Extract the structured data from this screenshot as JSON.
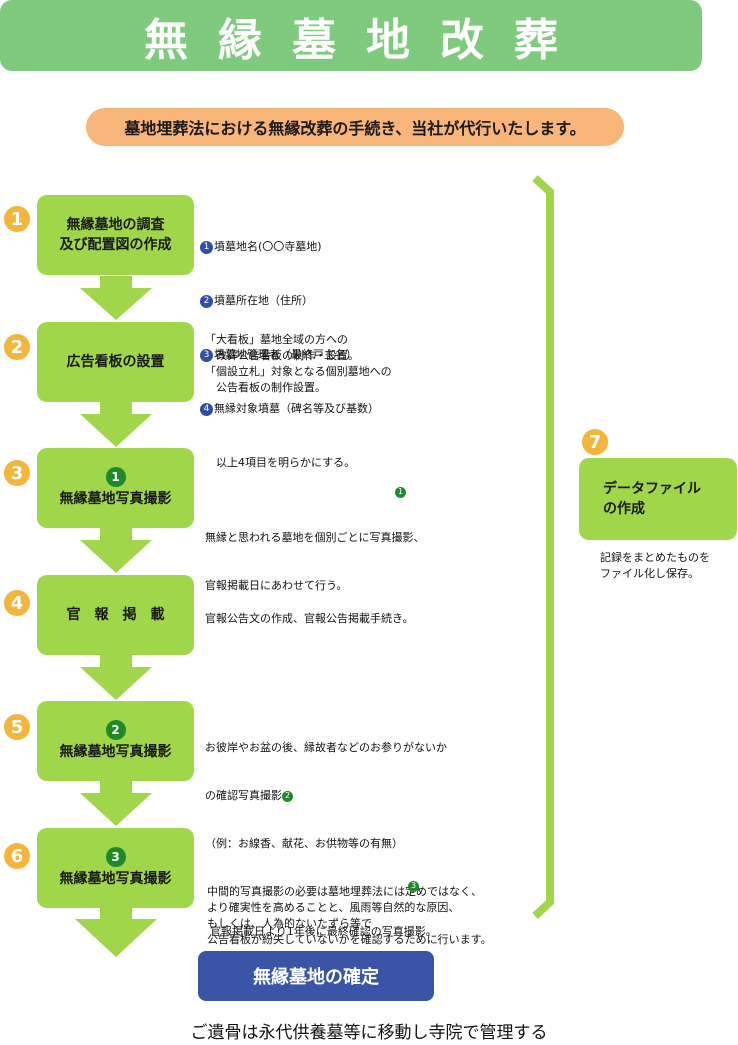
{
  "title": "無縁墓地改葬",
  "subtitle": "墓地埋葬法における無縁改葬の手続き、当社が代行いたします。",
  "steps": [
    {
      "num": "1",
      "line1": "無縁墓地の調査",
      "line2": "及び配置図の作成"
    },
    {
      "num": "2",
      "line1": "広告看板の設置"
    },
    {
      "num": "3",
      "photo": "1",
      "line1": "無縁墓地写真撮影"
    },
    {
      "num": "4",
      "line1": "官　報　掲　載"
    },
    {
      "num": "5",
      "photo": "2",
      "line1": "無縁墓地写真撮影"
    },
    {
      "num": "6",
      "photo": "3",
      "line1": "無縁墓地写真撮影"
    }
  ],
  "step1_items": [
    {
      "num": "1",
      "text": "墳墓地名(〇〇寺墓地)"
    },
    {
      "num": "2",
      "text": "墳墓所在地（住所）"
    },
    {
      "num": "3",
      "text": "墳墓地管理者（最終戸主名）"
    },
    {
      "num": "4",
      "text": "無縁対象墳墓（碑名等及び基数）"
    }
  ],
  "step1_note": "以上4項目を明らかにする。",
  "step2_desc": "「大看板」墓地全域の方への\n　改葬公告看板の制作・設置。\n「個設立札」対象となる個別墓地への\n　公告看板の制作設置。",
  "step3_desc": {
    "a": "無縁と思われる墓地を個別ごとに写真撮影、",
    "mark": "1",
    "b": "官報掲載日にあわせて行う。"
  },
  "step4_desc": "官報公告文の作成、官報公告掲載手続き。",
  "step5_desc": {
    "l1": "お彼岸やお盆の後、縁故者などのお参りがないか",
    "l2": "の確認写真撮影",
    "mark": "2",
    "l3": "（例：お線香、献花、お供物等の有無）",
    "l4": "中間的写真撮影の必要は墓地埋葬法には定めではなく、\nより確実性を高めることと、風雨等自然的な原因、\nもしくは、人為的ないたずら等で\n公告看板が紛失していないかを確認するために行います。"
  },
  "step6_desc": {
    "text": "官報掲載日より1年後に最終確認の写真撮影。",
    "mark": "3"
  },
  "step7": {
    "num": "7",
    "line1": "データファイル",
    "line2": "の作成",
    "desc": "記録をまとめたものを\nファイル化し保存。"
  },
  "final_label": "無縁墓地の確定",
  "footer": "ご遺骨は永代供養墓等に移動し寺院で管理する",
  "colors": {
    "banner": "#7fcb7e",
    "subtitle": "#f7b57a",
    "box": "#9fd64a",
    "step_number": "#f5b43a",
    "photo_badge": "#1e8a2a",
    "final": "#3a55a6"
  }
}
